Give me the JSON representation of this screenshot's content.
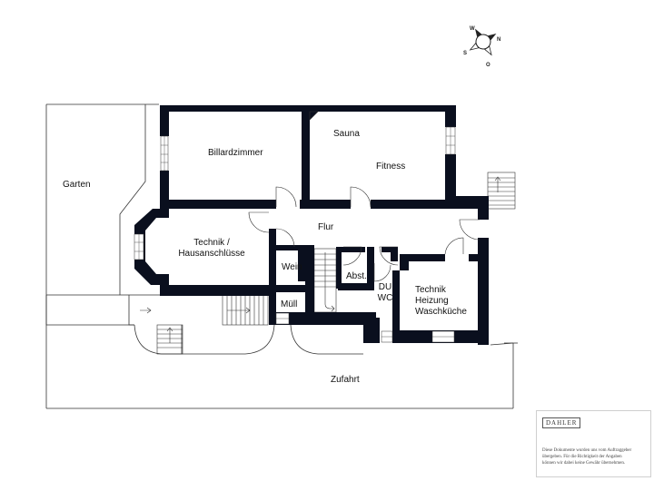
{
  "rooms": {
    "billardzimmer": "Billardzimmer",
    "sauna": "Sauna",
    "fitness": "Fitness",
    "garten": "Garten",
    "flur": "Flur",
    "technik_haus": "Technik /\nHausanschlüsse",
    "wein": "Wein",
    "muell": "Müll",
    "abst": "Abst.",
    "du_wc": "DU\nWC",
    "technik_heizung": "Technik\nHeizung\nWaschküche",
    "zufahrt": "Zufahrt"
  },
  "compass": {
    "w": "W",
    "n": "N",
    "s": "S",
    "o": "O"
  },
  "info": {
    "brand": "DAHLER",
    "disclaimer": "Diese Dokumente wurden uns vom Auftraggeber\nübergeben. Für die Richtigkeit der Angaben\nkönnen wir dabei keine Gewähr übernehmen."
  },
  "colors": {
    "wall": "#0a0f1e",
    "line": "#333333"
  }
}
